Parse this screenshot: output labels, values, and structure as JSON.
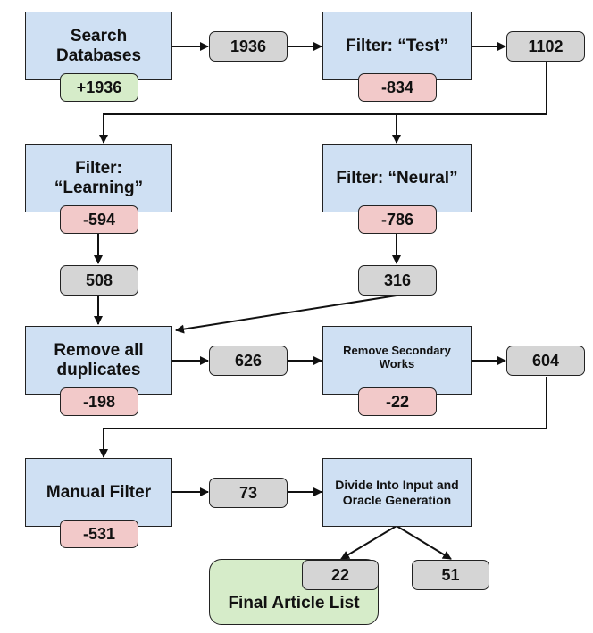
{
  "steps": {
    "search": "Search Databases",
    "filter_test": "Filter: “Test”",
    "filter_learning": "Filter: “Learning”",
    "filter_neural": "Filter: “Neural”",
    "remove_duplicates": "Remove all duplicates",
    "remove_secondary": "Remove Secondary Works",
    "manual_filter": "Manual Filter",
    "divide": "Divide Into Input and Oracle Generation",
    "final": "Final Article List"
  },
  "deltas": {
    "search": "+1936",
    "filter_test": "-834",
    "filter_learning": "-594",
    "filter_neural": "-786",
    "remove_duplicates": "-198",
    "remove_secondary": "-22",
    "manual_filter": "-531"
  },
  "counts": {
    "after_search": "1936",
    "after_test": "1102",
    "after_learning": "508",
    "after_neural": "316",
    "after_duplicates": "626",
    "after_secondary": "604",
    "after_manual": "73",
    "input_generation": "22",
    "oracle_generation": "51"
  },
  "colors": {
    "step_fill": "#cfe0f3",
    "count_fill": "#d5d5d5",
    "removed_fill": "#f2c9c9",
    "added_fill": "#d6ecc9",
    "line": "#111111"
  }
}
